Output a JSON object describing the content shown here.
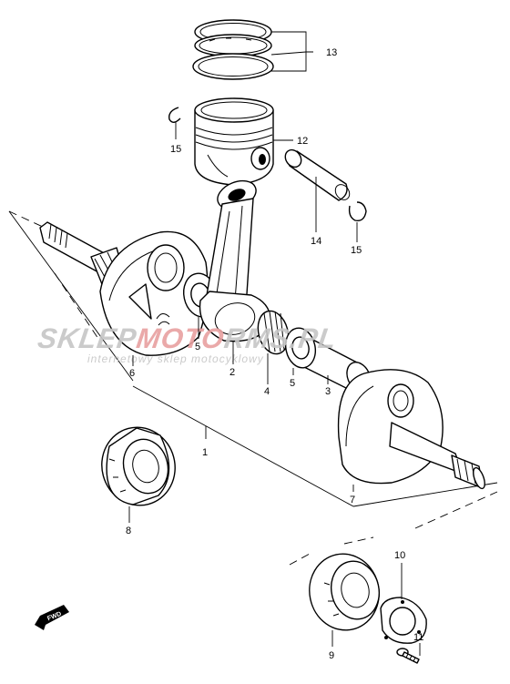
{
  "callouts": [
    {
      "id": "1",
      "text": "1"
    },
    {
      "id": "2",
      "text": "2"
    },
    {
      "id": "3",
      "text": "3"
    },
    {
      "id": "4",
      "text": "4"
    },
    {
      "id": "5a",
      "text": "5"
    },
    {
      "id": "5b",
      "text": "5"
    },
    {
      "id": "6",
      "text": "6"
    },
    {
      "id": "7",
      "text": "7"
    },
    {
      "id": "8",
      "text": "8"
    },
    {
      "id": "9",
      "text": "9"
    },
    {
      "id": "10",
      "text": "10"
    },
    {
      "id": "11",
      "text": "11"
    },
    {
      "id": "12",
      "text": "12"
    },
    {
      "id": "13",
      "text": "13"
    },
    {
      "id": "14",
      "text": "14"
    },
    {
      "id": "15a",
      "text": "15"
    },
    {
      "id": "15b",
      "text": "15"
    }
  ],
  "watermark": {
    "brand_part1": "SKLEP",
    "brand_part2": "MOTO",
    "brand_part3": "RMS.PL",
    "tagline": "internetowy sklep motocyklowy",
    "color_gray": "#c6c6c6",
    "color_red": "#e8a0a0"
  },
  "fwd_badge": {
    "text": "FWD"
  }
}
